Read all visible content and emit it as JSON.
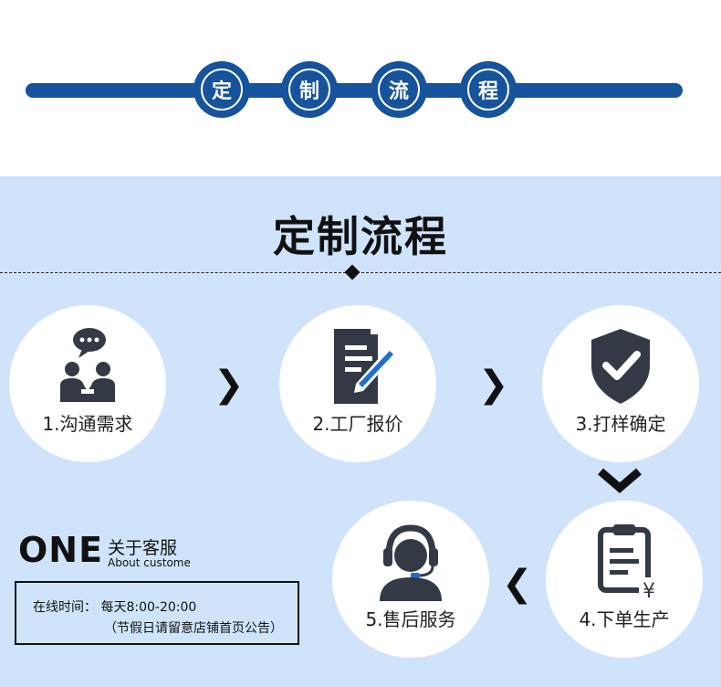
{
  "header": {
    "badges": [
      "定",
      "制",
      "流",
      "程"
    ]
  },
  "section": {
    "title": "定制流程"
  },
  "steps": [
    {
      "label": "1.沟通需求",
      "icon": "people-chat-icon"
    },
    {
      "label": "2.工厂报价",
      "icon": "document-pen-icon"
    },
    {
      "label": "3.打样确定",
      "icon": "shield-check-icon"
    },
    {
      "label": "4.下单生产",
      "icon": "clipboard-yen-icon"
    },
    {
      "label": "5.售后服务",
      "icon": "headset-agent-icon"
    }
  ],
  "about": {
    "one": "ONE",
    "title_cn": "关于客服",
    "title_en": "About custome",
    "hours_line1": "在线时间：  每天8:00-20:00",
    "hours_line2": "（节假日请留意店铺首页公告）"
  },
  "colors": {
    "accent": "#16539c",
    "background": "#cfe4fb",
    "icon": "#333a45"
  }
}
